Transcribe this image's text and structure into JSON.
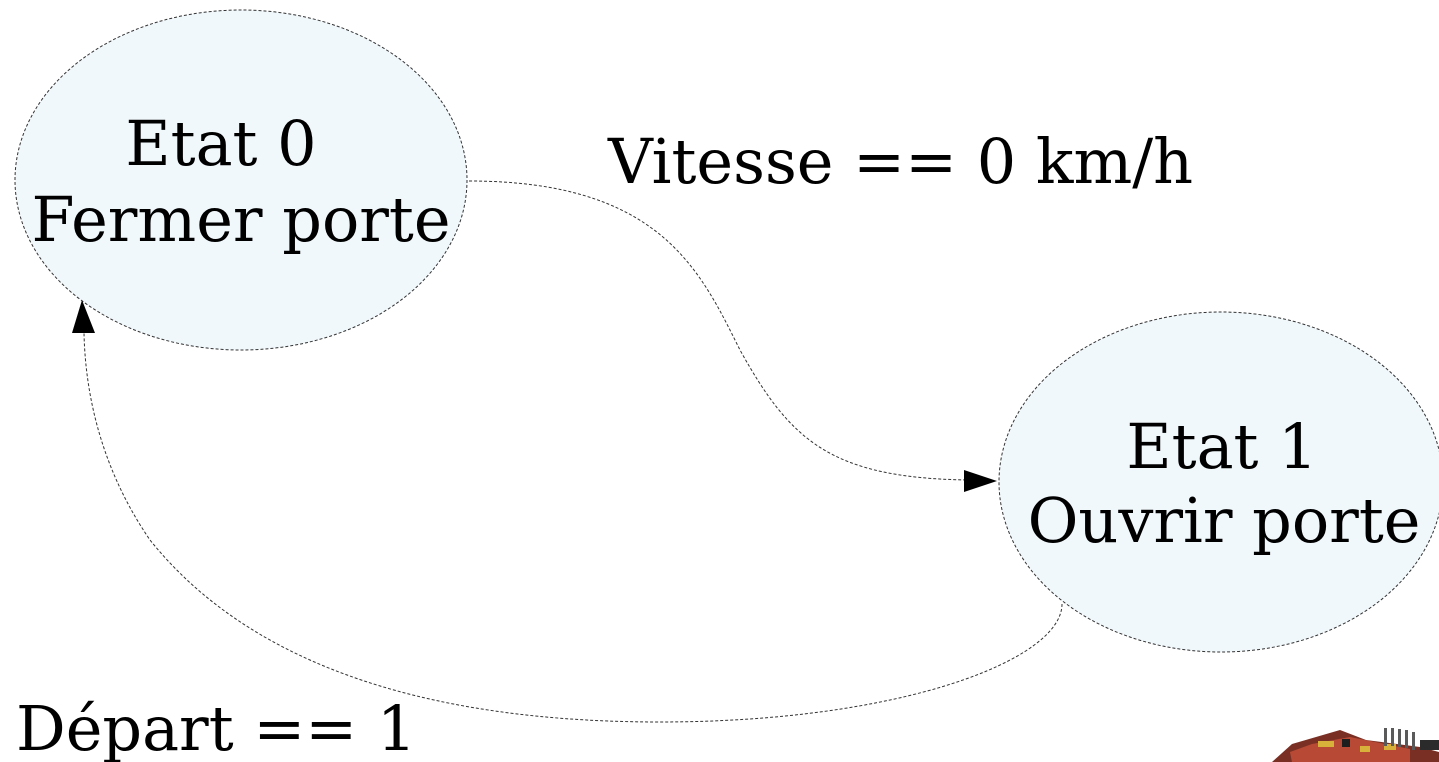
{
  "diagram": {
    "states": [
      {
        "id": "state0",
        "line1": "Etat 0",
        "line2": "Fermer porte"
      },
      {
        "id": "state1",
        "line1": "Etat 1",
        "line2": "Ouvrir porte"
      }
    ],
    "transitions": [
      {
        "from": "state0",
        "to": "state1",
        "label": "Vitesse == 0 km/h"
      },
      {
        "from": "state1",
        "to": "state0",
        "label": "Départ == 1"
      }
    ],
    "colors": {
      "state_fill": "#f1f8fc",
      "border": "#333333",
      "text": "#000000"
    },
    "icons": {
      "corner": "circuit-board-icon"
    }
  }
}
